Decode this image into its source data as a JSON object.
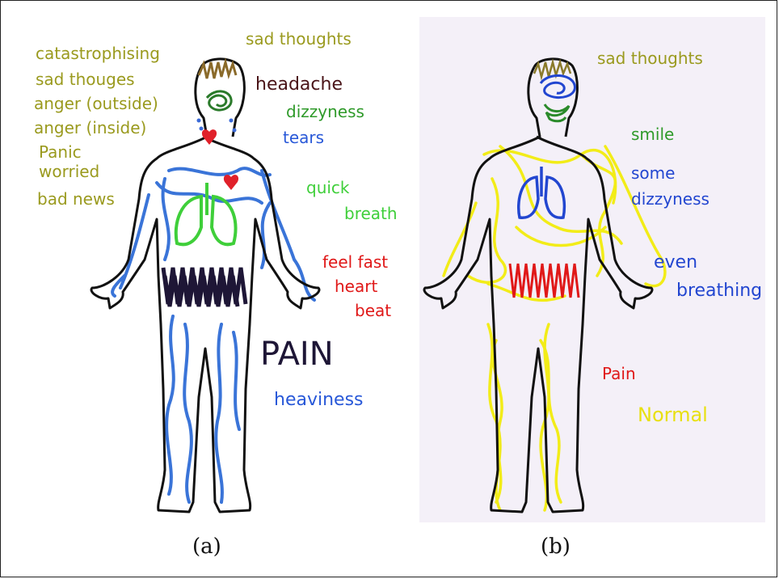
{
  "panels": [
    {
      "caption": "(a)",
      "labels": {
        "catastrophising": "catastrophising",
        "sad_thouges": "sad thouges",
        "anger_outside": "anger (outside)",
        "anger_inside": "anger (inside)",
        "panic": "Panic",
        "worried": "worried",
        "bad_news": "bad news",
        "sad_thoughts": "sad thoughts",
        "headache": "headache",
        "dizzyness": "dizzyness",
        "tears": "tears",
        "quick": "quick",
        "breath": "breath",
        "feel_fast": "feel fast",
        "heart": "heart",
        "beat": "beat",
        "pain": "PAIN",
        "heaviness": "heaviness"
      }
    },
    {
      "caption": "(b)",
      "labels": {
        "sad_thoughts": "sad thoughts",
        "smile": "smile",
        "some": "some",
        "dizzyness": "dizzyness",
        "even": "even",
        "breathing": "breathing",
        "pain": "Pain",
        "normal": "Normal"
      }
    }
  ],
  "colors": {
    "olive": "#9a9a1e",
    "maroon": "#4a1418",
    "green": "#2f9a2a",
    "bright_green": "#3fcf3a",
    "blue": "#2858d8",
    "red": "#e01818",
    "navy": "#1e1636",
    "yellow": "#f2ec18",
    "outline": "#111111"
  }
}
